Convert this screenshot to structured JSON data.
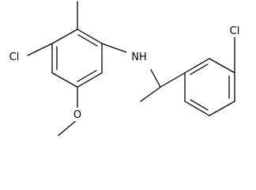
{
  "diagram": {
    "type": "chemical-structure",
    "colors": {
      "bond": "#000000",
      "label": "#000000",
      "background": "#ffffff"
    },
    "atom_labels": {
      "chlorine_left": "Cl",
      "nitrogen": "NH",
      "oxygen": "O",
      "chlorine_right": "Cl"
    }
  }
}
